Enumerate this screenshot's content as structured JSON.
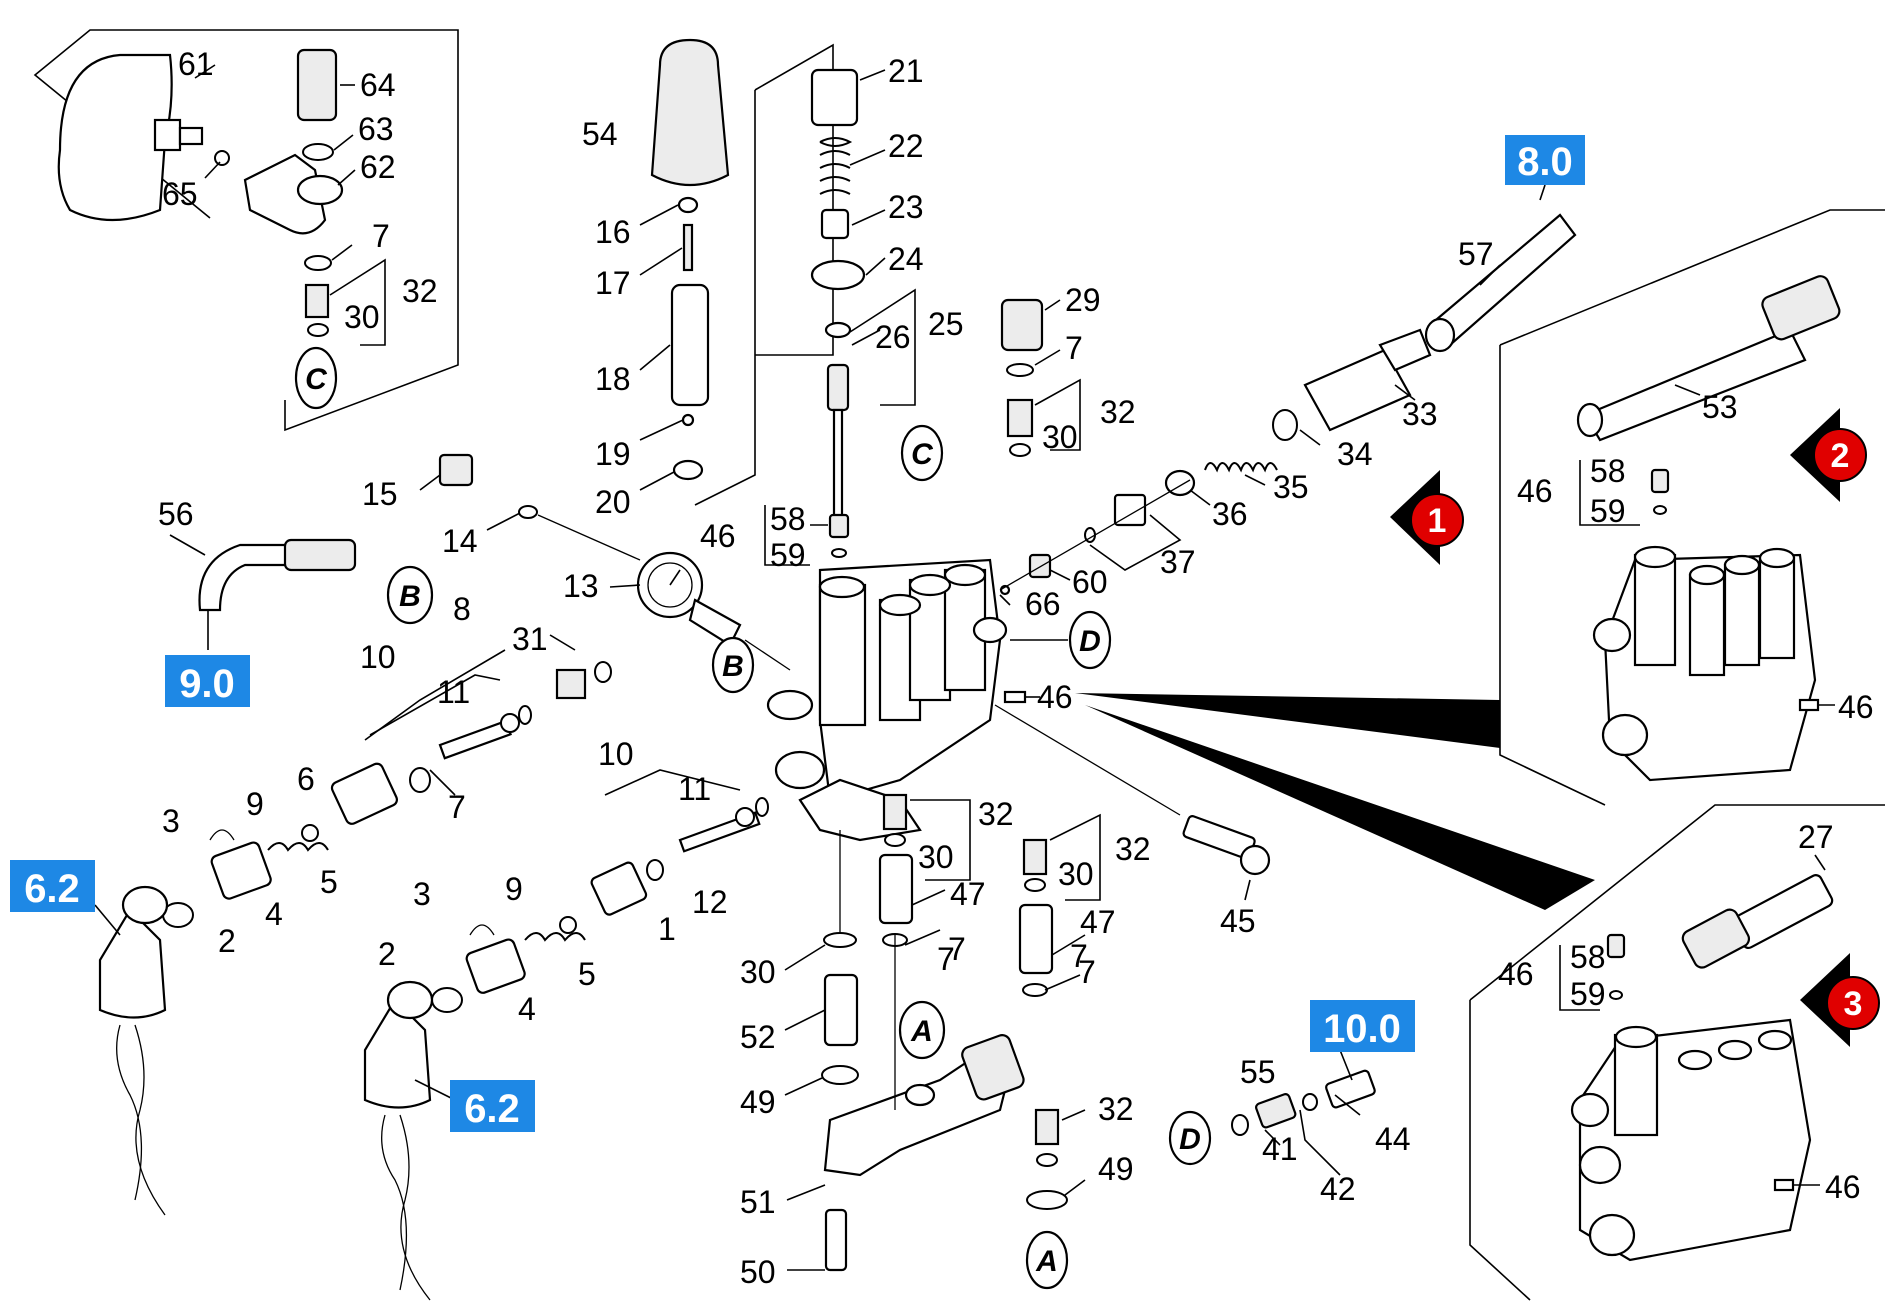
{
  "parts": {
    "p1": "1",
    "p2a": "2",
    "p2b": "2",
    "p3a": "3",
    "p3b": "3",
    "p4a": "4",
    "p4b": "4",
    "p5a": "5",
    "p5b": "5",
    "p6": "6",
    "p7a": "7",
    "p7b": "7",
    "p7c": "7",
    "p7d": "7",
    "p7e": "7",
    "p7f": "7",
    "p7g": "7",
    "p8": "8",
    "p9a": "9",
    "p9b": "9",
    "p10a": "10",
    "p10b": "10",
    "p11a": "11",
    "p11b": "11",
    "p12": "12",
    "p13": "13",
    "p14": "14",
    "p15": "15",
    "p16": "16",
    "p17": "17",
    "p18": "18",
    "p19": "19",
    "p20": "20",
    "p21": "21",
    "p22": "22",
    "p23": "23",
    "p24": "24",
    "p25": "25",
    "p26": "26",
    "p27": "27",
    "p29": "29",
    "p30a": "30",
    "p30b": "30",
    "p30c": "30",
    "p30d": "30",
    "p30e": "30",
    "p31": "31",
    "p32a": "32",
    "p32b": "32",
    "p32c": "32",
    "p32d": "32",
    "p32e": "32",
    "p33": "33",
    "p34": "34",
    "p35": "35",
    "p36": "36",
    "p37": "37",
    "p41": "41",
    "p42": "42",
    "p44": "44",
    "p45": "45",
    "p46a": "46",
    "p46b": "46",
    "p46c": "46",
    "p46d": "46",
    "p46e": "46",
    "p46f": "46",
    "p47a": "47",
    "p47b": "47",
    "p49a": "49",
    "p49b": "49",
    "p50": "50",
    "p51": "51",
    "p52": "52",
    "p53": "53",
    "p54": "54",
    "p55": "55",
    "p56": "56",
    "p57": "57",
    "p58a": "58",
    "p58b": "58",
    "p58c": "58",
    "p59a": "59",
    "p59b": "59",
    "p59c": "59",
    "p60": "60",
    "p61": "61",
    "p62": "62",
    "p63": "63",
    "p64": "64",
    "p65": "65",
    "p66": "66"
  },
  "refs": {
    "A1": "A",
    "A2": "A",
    "B1": "B",
    "B2": "B",
    "C1": "C",
    "C2": "C",
    "D1": "D",
    "D2": "D"
  },
  "callouts": {
    "c80": "8.0",
    "c90": "9.0",
    "c62a": "6.2",
    "c62b": "6.2",
    "c100": "10.0"
  },
  "views": {
    "v1": "1",
    "v2": "2",
    "v3": "3"
  },
  "colors": {
    "callout_bg": "#1e88e5",
    "view_badge": "#e00000",
    "view_arrow": "#000000",
    "line": "#000000"
  }
}
